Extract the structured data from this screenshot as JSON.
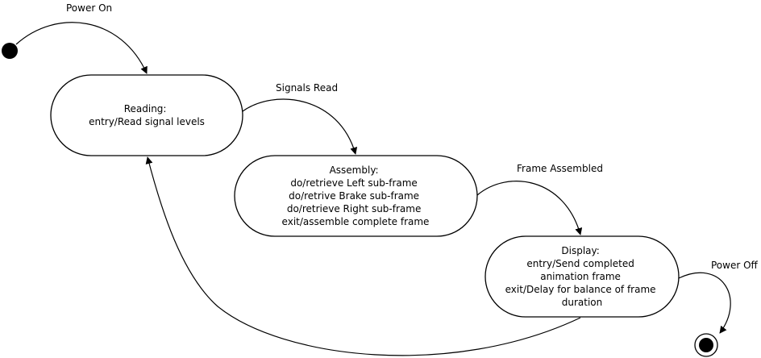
{
  "states": {
    "reading": {
      "lines": [
        "Reading:",
        "entry/Read signal levels"
      ]
    },
    "assembly": {
      "lines": [
        "Assembly:",
        "do/retrieve Left sub-frame",
        "do/retrive Brake sub-frame",
        "do/retrieve Right sub-frame",
        "exit/assemble complete frame"
      ]
    },
    "display": {
      "lines": [
        "Display:",
        "entry/Send completed",
        "animation frame",
        "exit/Delay for balance of frame",
        "duration"
      ]
    }
  },
  "transitions": {
    "power_on": "Power On",
    "signals_read": "Signals Read",
    "frame_assembled": "Frame Assembled",
    "power_off": "Power Off"
  },
  "colors": {
    "stroke": "#000000",
    "fill": "#ffffff"
  }
}
